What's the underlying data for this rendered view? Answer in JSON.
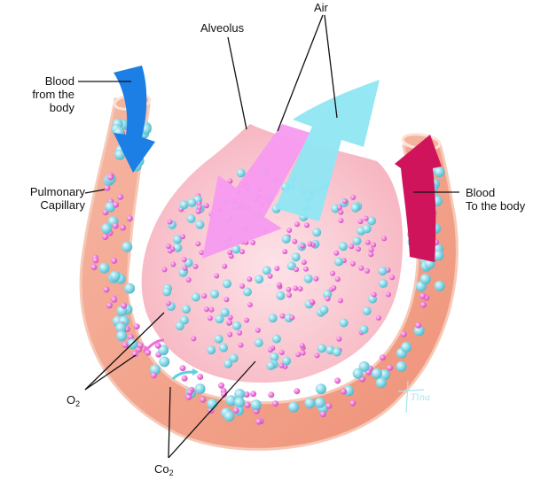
{
  "title": "Gas exchange in the alveolus",
  "labels": {
    "blood_from_body": [
      "Blood",
      "from the",
      "body"
    ],
    "pulmonary_capillary": [
      "Pulmonary",
      "Capillary"
    ],
    "alveolus": "Alveolus",
    "air": "Air",
    "blood_to_body": [
      "Blood",
      "To the body"
    ],
    "o2": {
      "base": "O",
      "sub": "2"
    },
    "co2": {
      "base": "Co",
      "sub": "2"
    }
  },
  "signature": "Tina",
  "colors": {
    "capillary": "#f4a792",
    "capillary_edge": "#f7c9b8",
    "alveolus": "#f9c2cb",
    "alveolus_wall": "#ffffff",
    "deoxygenated_arrow": "#1a80e6",
    "oxygenated_arrow": "#d4145c",
    "air_in_arrow": "#f88ef0",
    "air_out_arrow": "#8ee6f2",
    "o2_molecule": "#f06fd8",
    "co2_molecule": "#7fd8e6",
    "leader_line": "#111111"
  }
}
